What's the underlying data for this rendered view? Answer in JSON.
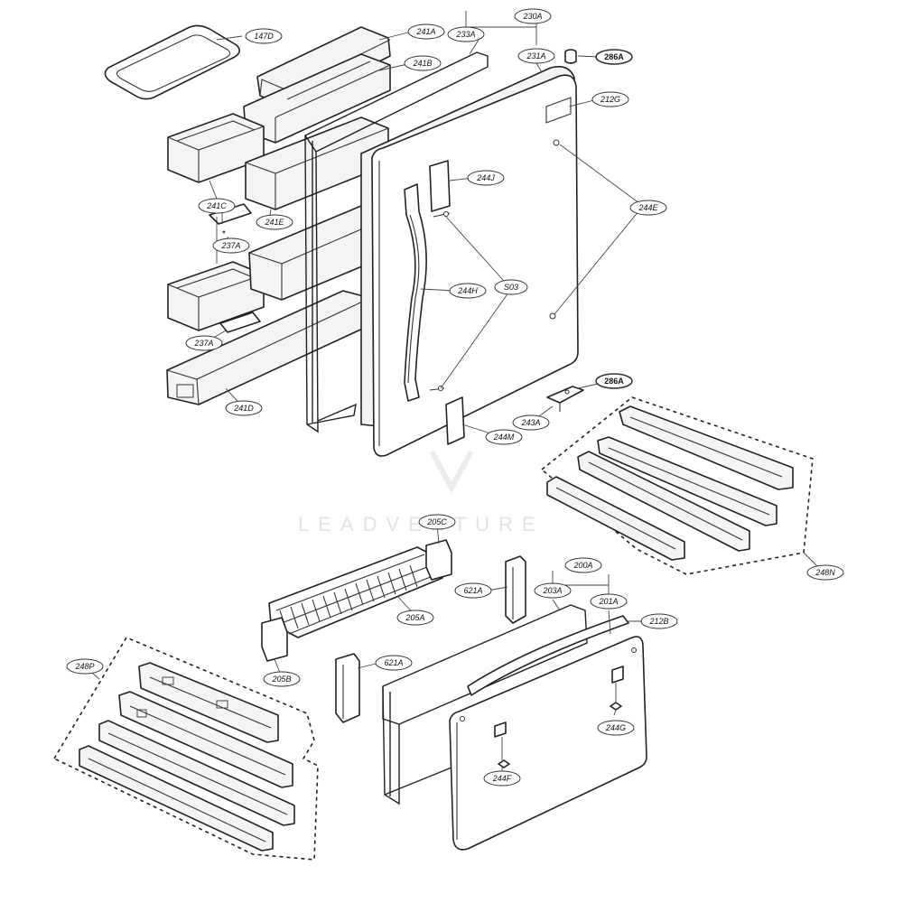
{
  "watermark": "LEADVENTURE",
  "labels": {
    "l147D": "147D",
    "l241A": "241A",
    "l241B": "241B",
    "l241C": "241C",
    "l241E": "241E",
    "l237A_top": "237A",
    "l237A_bottom": "237A",
    "l241D": "241D",
    "l233A": "233A",
    "l230A": "230A",
    "l231A": "231A",
    "l286A_top": "286A",
    "l212G": "212G",
    "l244J": "244J",
    "l244E": "244E",
    "lS03": "S03",
    "l244H": "244H",
    "l286A_mid": "286A",
    "l243A": "243A",
    "l244M": "244M",
    "l248N": "248N",
    "l205C": "205C",
    "l205A": "205A",
    "l205B": "205B",
    "l621A_top": "621A",
    "l621A_bottom": "621A",
    "l200A": "200A",
    "l203A": "203A",
    "l201A": "201A",
    "l212B": "212B",
    "l244G": "244G",
    "l244F": "244F",
    "l248P": "248P"
  }
}
